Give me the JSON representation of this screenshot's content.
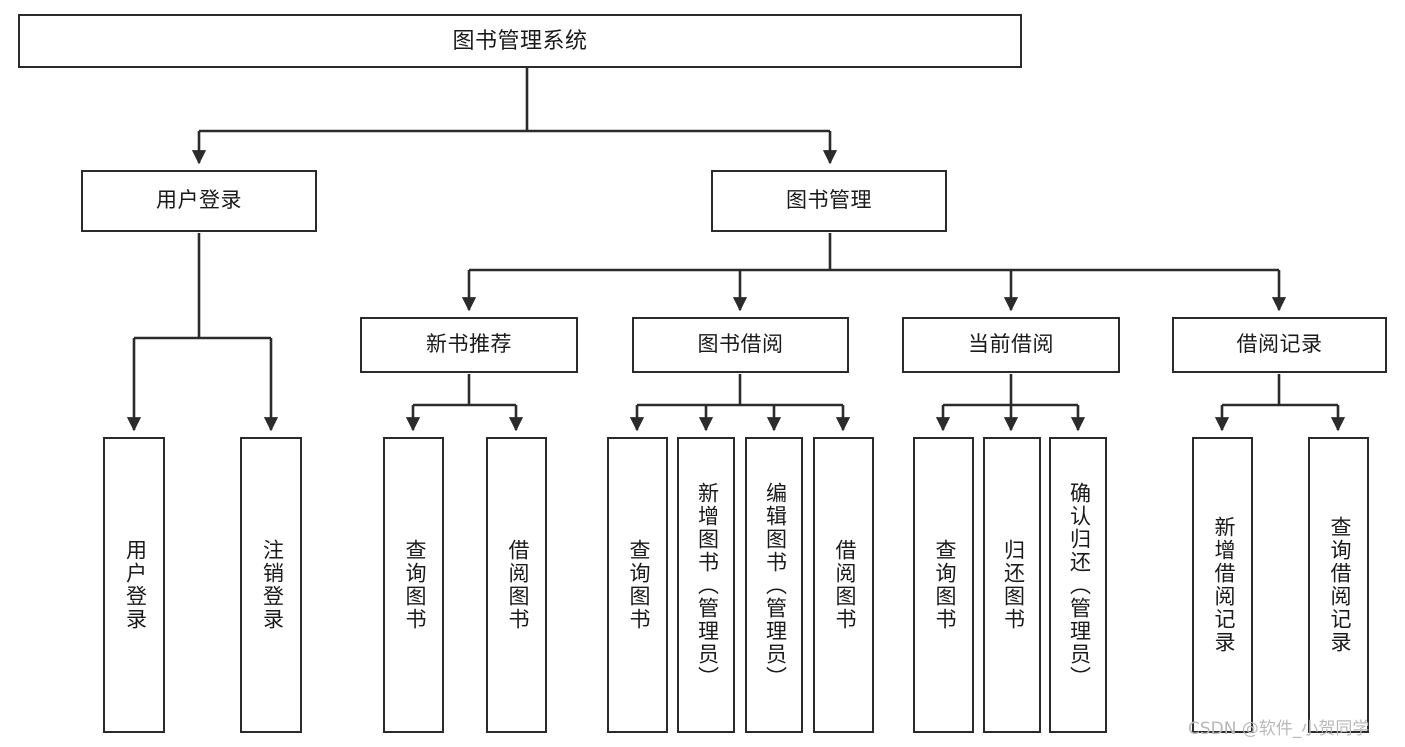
{
  "diagram": {
    "title": "图书管理系统",
    "type": "hierarchy-tree",
    "orientation": "top-down",
    "colors": {
      "box_border": "#2b2b2b",
      "box_fill": "#ffffff",
      "edge": "#2b2b2b",
      "text": "#1a1a1a",
      "watermark": "#b9b9b9",
      "background": "#ffffff"
    }
  },
  "watermark": {
    "text": "CSDN @软件_小贺同学"
  },
  "nodes": {
    "root": {
      "label": "图书管理系统"
    },
    "level2": [
      {
        "id": "user-login",
        "label": "用户登录"
      },
      {
        "id": "book-manage",
        "label": "图书管理"
      }
    ],
    "level3": [
      {
        "id": "new-book-recommend",
        "label": "新书推荐"
      },
      {
        "id": "book-borrow",
        "label": "图书借阅"
      },
      {
        "id": "current-borrow",
        "label": "当前借阅"
      },
      {
        "id": "borrow-record",
        "label": "借阅记录"
      }
    ],
    "leaves": {
      "user-login": [
        {
          "id": "leaf-user-login",
          "label": "用户登录"
        },
        {
          "id": "leaf-logout",
          "label": "注销登录"
        }
      ],
      "new-book-recommend": [
        {
          "id": "leaf-query-book-1",
          "label": "查询图书"
        },
        {
          "id": "leaf-borrow-book-1",
          "label": "借阅图书"
        }
      ],
      "book-borrow": [
        {
          "id": "leaf-query-book-2",
          "label": "查询图书"
        },
        {
          "id": "leaf-add-book",
          "label": "新增图书（管理员）"
        },
        {
          "id": "leaf-edit-book",
          "label": "编辑图书（管理员）"
        },
        {
          "id": "leaf-borrow-book-2",
          "label": "借阅图书"
        }
      ],
      "current-borrow": [
        {
          "id": "leaf-query-book-3",
          "label": "查询图书"
        },
        {
          "id": "leaf-return-book",
          "label": "归还图书"
        },
        {
          "id": "leaf-confirm-return",
          "label": "确认归还（管理员）"
        }
      ],
      "borrow-record": [
        {
          "id": "leaf-add-record",
          "label": "新增借阅记录"
        },
        {
          "id": "leaf-query-record",
          "label": "查询借阅记录"
        }
      ]
    }
  }
}
